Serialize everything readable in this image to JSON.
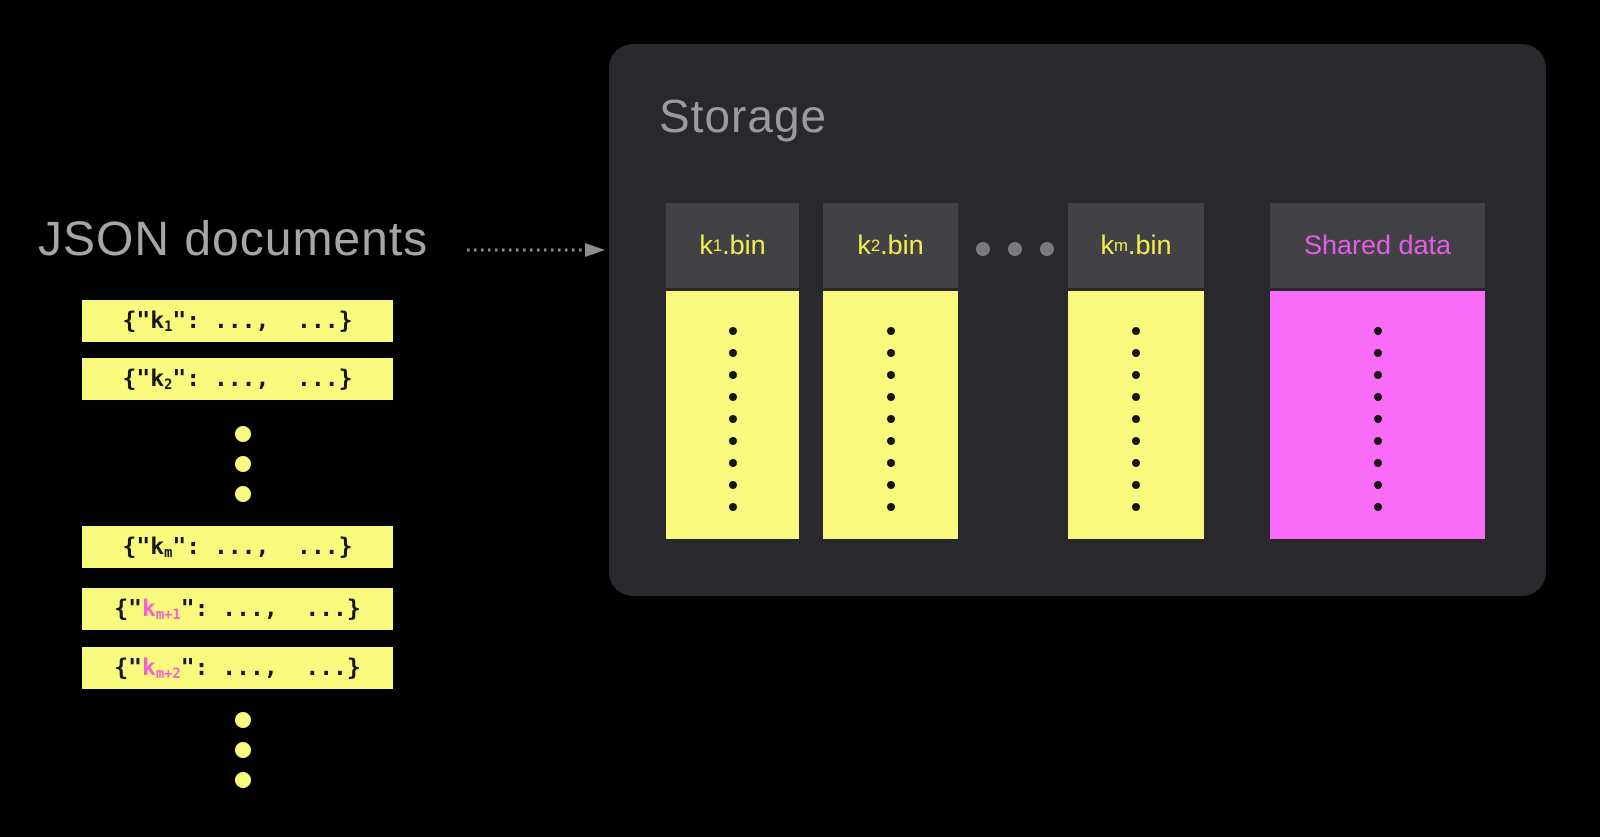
{
  "left_section": {
    "title": "JSON documents",
    "documents": [
      {
        "pre": "{\"",
        "key": "k",
        "sub": "1",
        "post": "\": ...,  ...}",
        "key_highlighted": false
      },
      {
        "pre": "{\"",
        "key": "k",
        "sub": "2",
        "post": "\": ...,  ...}",
        "key_highlighted": false
      },
      {
        "pre": "{\"",
        "key": "k",
        "sub": "m",
        "post": "\": ...,  ...}",
        "key_highlighted": false
      },
      {
        "pre": "{\"",
        "key": "k",
        "sub": "m+1",
        "post": "\": ...,  ...}",
        "key_highlighted": true
      },
      {
        "pre": "{\"",
        "key": "k",
        "sub": "m+2",
        "post": "\": ...,  ...}",
        "key_highlighted": true
      }
    ],
    "ellipsis_dot_count": 3
  },
  "arrow": {
    "direction": "right",
    "style": "dotted"
  },
  "storage": {
    "title": "Storage",
    "bins": [
      {
        "key": "k",
        "sub": "1",
        "suffix": ".bin",
        "variant": "yellow"
      },
      {
        "key": "k",
        "sub": "2",
        "suffix": ".bin",
        "variant": "yellow"
      },
      {
        "key": "k",
        "sub": "m",
        "suffix": ".bin",
        "variant": "yellow"
      },
      {
        "label": "Shared data",
        "variant": "magenta"
      }
    ],
    "ellipsis_dot_count": 3,
    "bin_content_dot_count": 9
  },
  "colors": {
    "background": "#000000",
    "title_gray": "#a6a6a6",
    "title_gray_dim": "#9b9b9b",
    "panel": "#29292d",
    "bin_header": "#424246",
    "yellow": "#f8f97d",
    "yellow_label": "#f2ee4e",
    "magenta": "#fa6bf8",
    "magenta_label": "#e25ee2",
    "pink_key": "#f75fd3",
    "content_dot": "#161616",
    "gray_dot": "#7b7880",
    "arrow": "#8e8e8e"
  }
}
